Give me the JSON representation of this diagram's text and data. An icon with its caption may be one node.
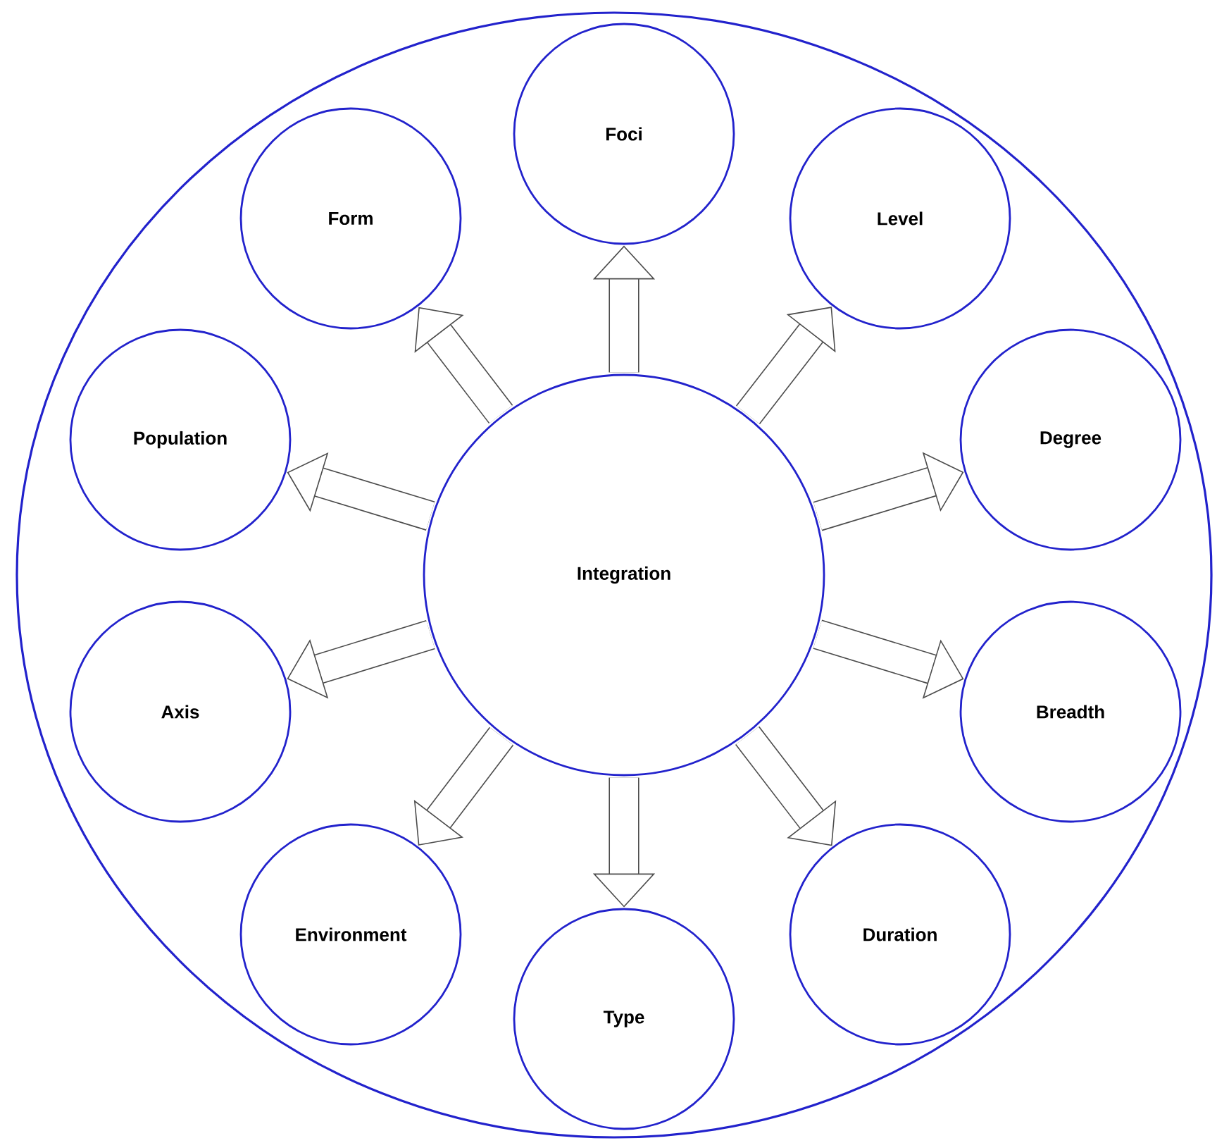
{
  "diagram": {
    "nodes": [
      {
        "text": [],
        "shape": "circle"
      },
      {
        "text": [
          "Integration"
        ],
        "in": 0
      },
      {
        "text": [
          "Foci"
        ],
        "in": 0
      },
      {
        "text": [
          "Level"
        ],
        "in": 0
      },
      {
        "text": [
          "Degree"
        ],
        "in": 0
      },
      {
        "text": [
          "Breadth"
        ],
        "in": 0
      },
      {
        "text": [
          "Duration"
        ],
        "in": 0
      },
      {
        "text": [
          "Type"
        ],
        "in": 0
      },
      {
        "text": [
          "Environment"
        ],
        "in": 0
      },
      {
        "text": [
          "Axis"
        ],
        "in": 0
      },
      {
        "text": [
          "Population"
        ],
        "in": 0
      },
      {
        "text": [
          "Form"
        ],
        "in": 0
      }
    ],
    "edges": [
      {
        "from": 1,
        "to": 2,
        "arrow": "to"
      },
      {
        "from": 1,
        "to": 3,
        "arrow": "to"
      },
      {
        "from": 1,
        "to": 4,
        "arrow": "to"
      },
      {
        "from": 1,
        "to": 5,
        "arrow": "to"
      },
      {
        "from": 1,
        "to": 6,
        "arrow": "to"
      },
      {
        "from": 1,
        "to": 7,
        "arrow": "to"
      },
      {
        "from": 1,
        "to": 8,
        "arrow": "to"
      },
      {
        "from": 1,
        "to": 9,
        "arrow": "to"
      },
      {
        "from": 1,
        "to": 10,
        "arrow": "to"
      },
      {
        "from": 1,
        "to": 11,
        "arrow": "to"
      }
    ]
  }
}
